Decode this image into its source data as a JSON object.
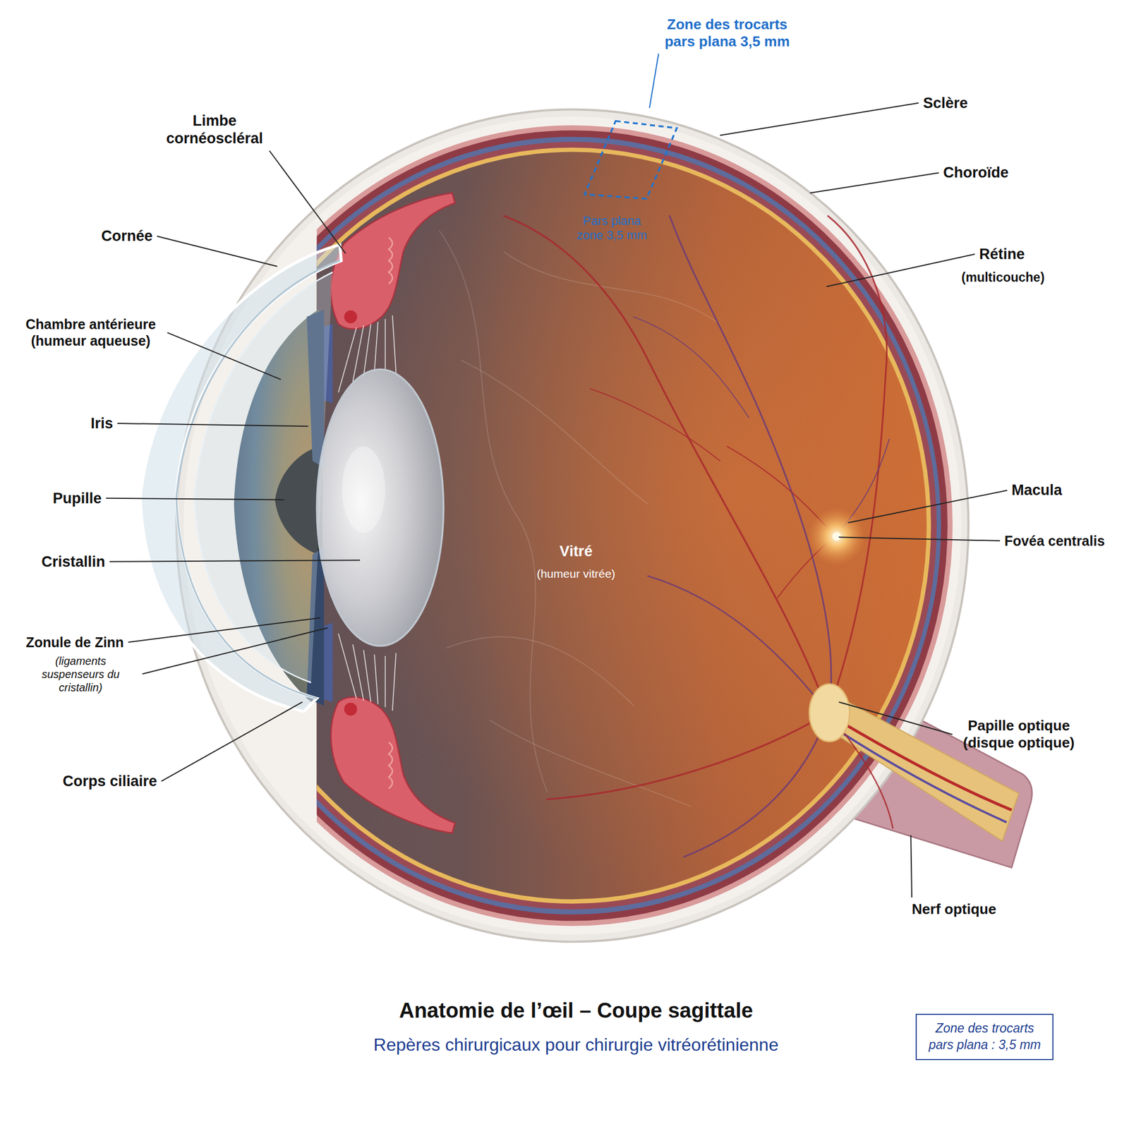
{
  "diagram": {
    "title": "Anatomie de l’œil – Coupe sagittale",
    "caption": "Repères chirurgicaux pour chirurgie vitréorétinienne",
    "nodes": [
      {
        "text": [
          "Zone des trocarts pars plana : 3,5 mm"
        ]
      }
    ],
    "labels": [
      "Zone des trocarts pars plana 3,5 mm",
      "Limbe cornéoscléral",
      "Sclère",
      "Choroïde",
      "Cornée",
      "Pars plana zone 3,5 mm",
      "Rétine",
      "(multicouche)",
      "Chambre antérieure (humeur aqueuse)",
      "Iris",
      "Pupille",
      "Cristallin",
      "Vitré",
      "(humeur vitrée)",
      "Macula",
      "Fovéa centralis",
      "Zonule de Zinn",
      "(ligaments suspenseurs du cristallin)",
      "Papille optique (disque optique)",
      "Corps ciliaire",
      "Nerf optique"
    ]
  }
}
